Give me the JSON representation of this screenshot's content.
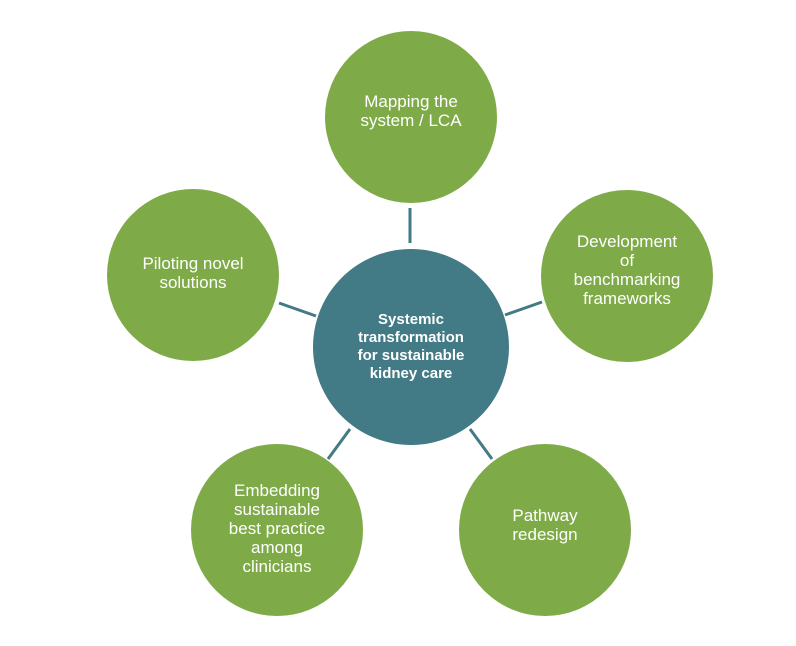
{
  "diagram": {
    "type": "hub-and-spoke",
    "colors": {
      "hub": "#427a85",
      "spoke": "#7eab48",
      "connector": "#427a85",
      "text": "#ffffff"
    },
    "hub": {
      "label": "Systemic\ntransformation\nfor sustainable\nkidney care"
    },
    "spokes": [
      {
        "id": "top",
        "label": "Mapping the\nsystem / LCA"
      },
      {
        "id": "right",
        "label": "Development\nof\nbenchmarking\nframeworks"
      },
      {
        "id": "bottom-right",
        "label": "Pathway\nredesign"
      },
      {
        "id": "bottom-left",
        "label": "Embedding\nsustainable\nbest practice\namong\nclinicians"
      },
      {
        "id": "left",
        "label": "Piloting novel\nsolutions"
      }
    ]
  }
}
